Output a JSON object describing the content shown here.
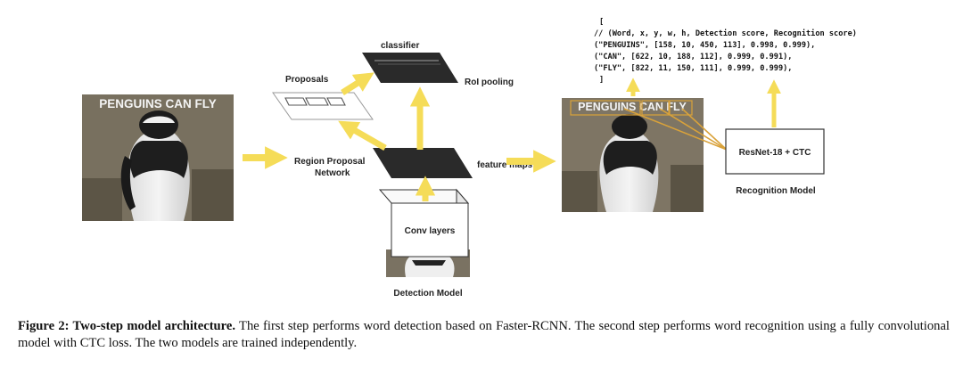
{
  "colors": {
    "arrow": "#f5dc58",
    "dark_panel": "#2a2a2a",
    "photo_bg": "#7e7564",
    "red_line": "#d9a23a"
  },
  "input_image": {
    "meme_text": "PENGUINS CAN FLY"
  },
  "output_image": {
    "meme_text": "PENGUINS CAN FLY"
  },
  "labels": {
    "classifier": "classifier",
    "proposals": "Proposals",
    "roi_pooling": "RoI pooling",
    "rpn_line1": "Region Proposal",
    "rpn_line2": "Network",
    "feature_maps": "feature maps",
    "conv_layers": "Conv layers",
    "detection_model": "Detection Model",
    "recognizer": "ResNet-18 + CTC",
    "recognition_model": "Recognition Model"
  },
  "code_block": [
    "[",
    " // (Word, x, y, w, h, Detection score, Recognition score)",
    " (\"PENGUINS\", [158, 10, 450, 113], 0.998, 0.999),",
    " (\"CAN\", [622, 10, 188, 112], 0.999, 0.991),",
    " (\"FLY\", [822, 11, 150, 111], 0.999, 0.999),",
    "]"
  ],
  "caption": {
    "label": "Figure 2: Two-step model architecture.",
    "text": "The first step performs word detection based on Faster-RCNN. The second step performs word recognition using a fully convolutional model with CTC loss. The two models are trained independently."
  }
}
